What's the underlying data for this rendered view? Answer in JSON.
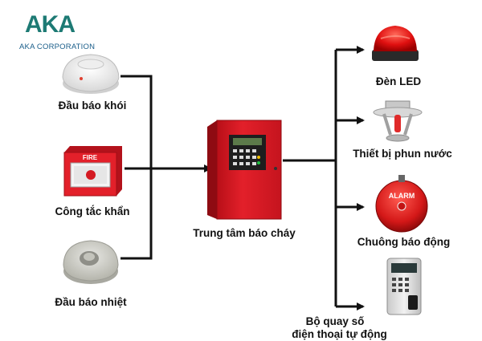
{
  "logo": {
    "brand": "AKA",
    "sub": "AKA CORPORATION"
  },
  "inputs": {
    "smoke_detector": "Đầu báo khói",
    "manual_switch": "Công tắc khẩn",
    "fire_switch_text": "FIRE",
    "heat_detector": "Đầu báo nhiệt"
  },
  "center": {
    "label": "Trung tâm báo cháy"
  },
  "outputs": {
    "led_light": "Đèn LED",
    "sprinkler": "Thiết bị phun nước",
    "alarm_bell": "Chuông báo động",
    "alarm_bell_text": "ALARM",
    "auto_dialer_line1": "Bộ quay số",
    "auto_dialer_line2": "điện thoại tự động"
  },
  "colors": {
    "accent_red": "#e02020",
    "line": "#111111",
    "brand": "#1d7a74"
  }
}
